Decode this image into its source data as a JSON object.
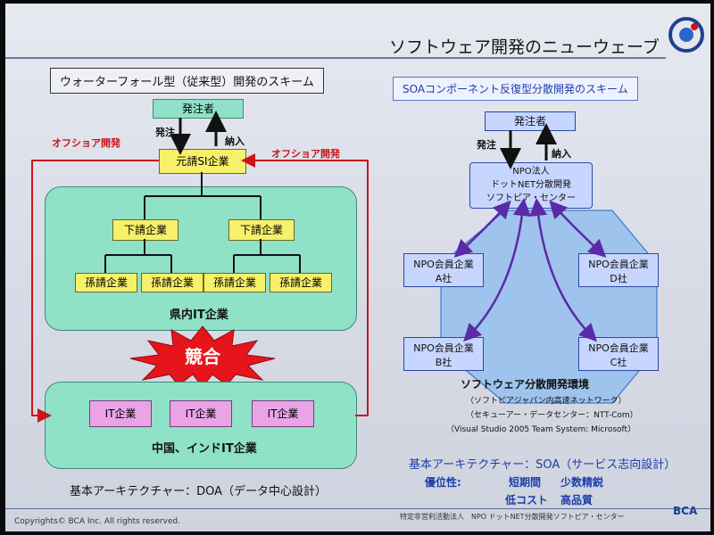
{
  "slide": {
    "title": "ソフトウェア開発のニューウェーブ",
    "left_header": "ウォーターフォール型（従来型）開発のスキーム",
    "right_header": "SOAコンポーネント反復型分散開発のスキーム",
    "left": {
      "orderer": "発注者",
      "order_label": "発注",
      "delivery_label": "納入",
      "offshore_left": "オフショア開発",
      "offshore_right": "オフショア開発",
      "prime_si": "元請SI企業",
      "sub1": "下請企業",
      "sub2": "下請企業",
      "subsub": [
        "孫請企業",
        "孫請企業",
        "孫請企業",
        "孫請企業"
      ],
      "prefecture_it": "県内IT企業",
      "competition": "競合",
      "it_companies": [
        "IT企業",
        "IT企業",
        "IT企業"
      ],
      "overseas_it": "中国、インドIT企業",
      "architecture": "基本アーキテクチャー：DOA（データ中心設計）"
    },
    "right": {
      "orderer": "発注者",
      "order_label": "発注",
      "delivery_label": "納入",
      "npo_lines": [
        "NPO法人",
        "ドットNET分散開発",
        "ソフトピア・センター"
      ],
      "members": [
        {
          "line1": "NPO会員企業",
          "line2": "A社"
        },
        {
          "line1": "NPO会員企業",
          "line2": "D社"
        },
        {
          "line1": "NPO会員企業",
          "line2": "B社"
        },
        {
          "line1": "NPO会員企業",
          "line2": "C社"
        }
      ],
      "env_title": "ソフトウェア分散開発環境",
      "env_line1": "（ソフトピアジャパン内高速ネットワーク）",
      "env_line2": "（セキューアー・データセンター：NTT-Com）",
      "env_line3": "（Visual Studio 2005 Team System: Microsoft）",
      "architecture": "基本アーキテクチャー：SOA（サービス志向設計）",
      "advantages_label": "優位性:",
      "advantage1": "短期間",
      "advantage2": "少数精鋭",
      "advantage3": "低コスト",
      "advantage4": "高品質"
    },
    "footer_left": "Copyrights© BCA Inc. All rights reserved.",
    "footer_right": "特定非営利活動法人　NPO ドットNET分散開発ソフトピア・センター",
    "footer_logo": "BCA",
    "colors": {
      "teal": "#8fe1c7",
      "yellow": "#f7f06a",
      "pink": "#e9a3e6",
      "blue": "#c7d6ff",
      "red": "#c9151b"
    }
  }
}
